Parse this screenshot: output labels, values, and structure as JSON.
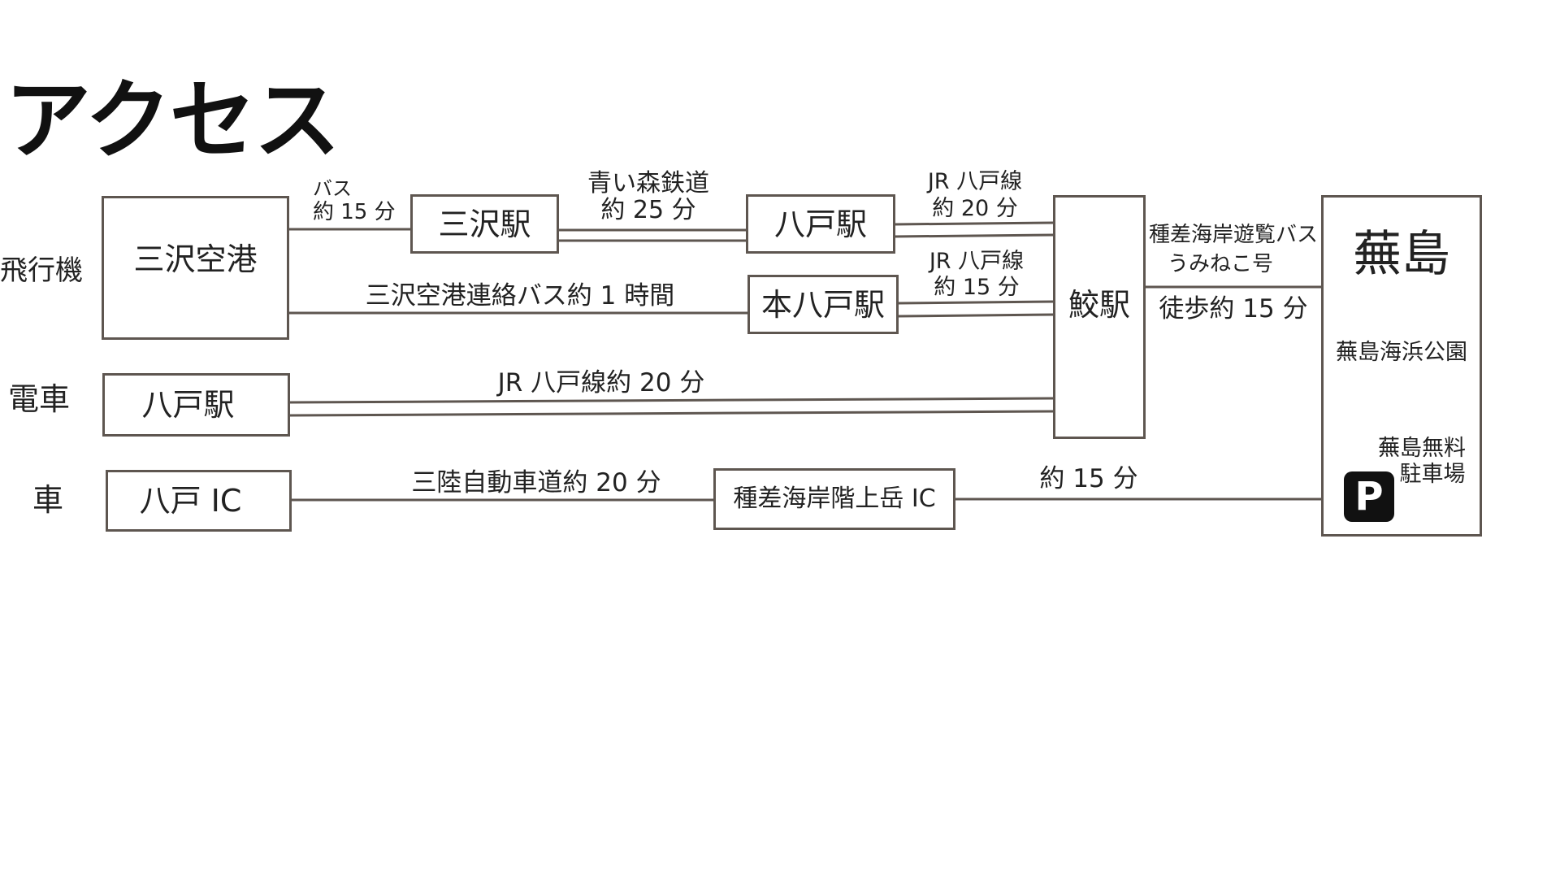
{
  "title": "アクセス",
  "rows": {
    "plane": "飛行機",
    "train": "電車",
    "car": "車"
  },
  "stations": {
    "misawa_airport": "三沢空港",
    "misawa_station": "三沢駅",
    "hachinohe_station": "八戸駅",
    "hon_hachinohe_station": "本八戸駅",
    "same_station": "鮫駅",
    "hachinohe_station_train": "八戸駅",
    "hachinohe_ic": "八戸 IC",
    "tanesashi_ic": "種差海岸階上岳 IC",
    "kabushima": "蕪島"
  },
  "routes": {
    "bus_line1": "バス",
    "bus_line2": "約 15 分",
    "aoimori_line1": "青い森鉄道",
    "aoimori_line2": "約 25 分",
    "jr_to_same_line1": "JR 八戸線",
    "jr_to_same_line2": "約 20 分",
    "jr_hon_line1": "JR 八戸線",
    "jr_hon_line2": "約 15 分",
    "airport_bus": "三沢空港連絡バス約 1 時間",
    "tanesashi_bus_line1": "種差海岸遊覧バス",
    "tanesashi_bus_line2": "うみねこ号",
    "walk": "徒歩約 15 分",
    "jr_train": "JR 八戸線約 20 分",
    "sanriku_road": "三陸自動車道約 20 分",
    "car_to_kabushima": "約 15 分"
  },
  "destination": {
    "park": "蕪島海浜公園",
    "parking_line1": "蕪島無料",
    "parking_line2": "駐車場",
    "parking_icon": "P"
  },
  "colors": {
    "line": "#5e5650",
    "text": "#222222"
  }
}
